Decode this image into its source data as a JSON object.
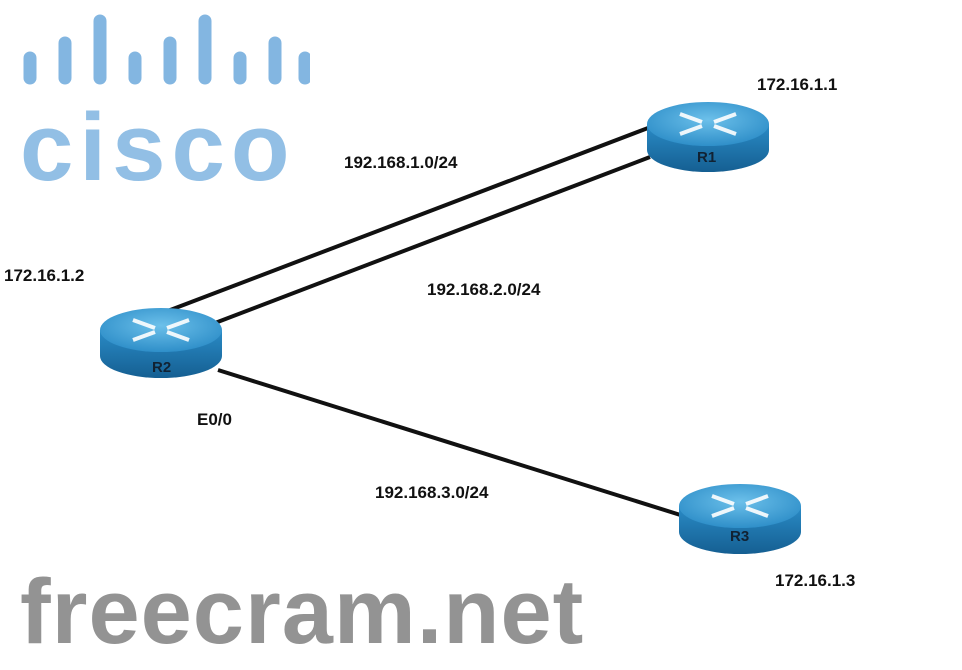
{
  "routers": [
    {
      "name": "R1",
      "ip": "172.16.1.1"
    },
    {
      "name": "R2",
      "ip": "172.16.1.2",
      "interface": "E0/0"
    },
    {
      "name": "R3",
      "ip": "172.16.1.3"
    }
  ],
  "links": [
    {
      "from": "R2",
      "to": "R1",
      "network": "192.168.1.0/24"
    },
    {
      "from": "R2",
      "to": "R1",
      "network": "192.168.2.0/24"
    },
    {
      "from": "R2",
      "to": "R3",
      "network": "192.168.3.0/24"
    }
  ],
  "watermark": "freecram.net",
  "logo": "cisco",
  "colors": {
    "router_top": "#3d9ad0",
    "router_side": "#1f78b4",
    "logo": "#6eaadc"
  }
}
